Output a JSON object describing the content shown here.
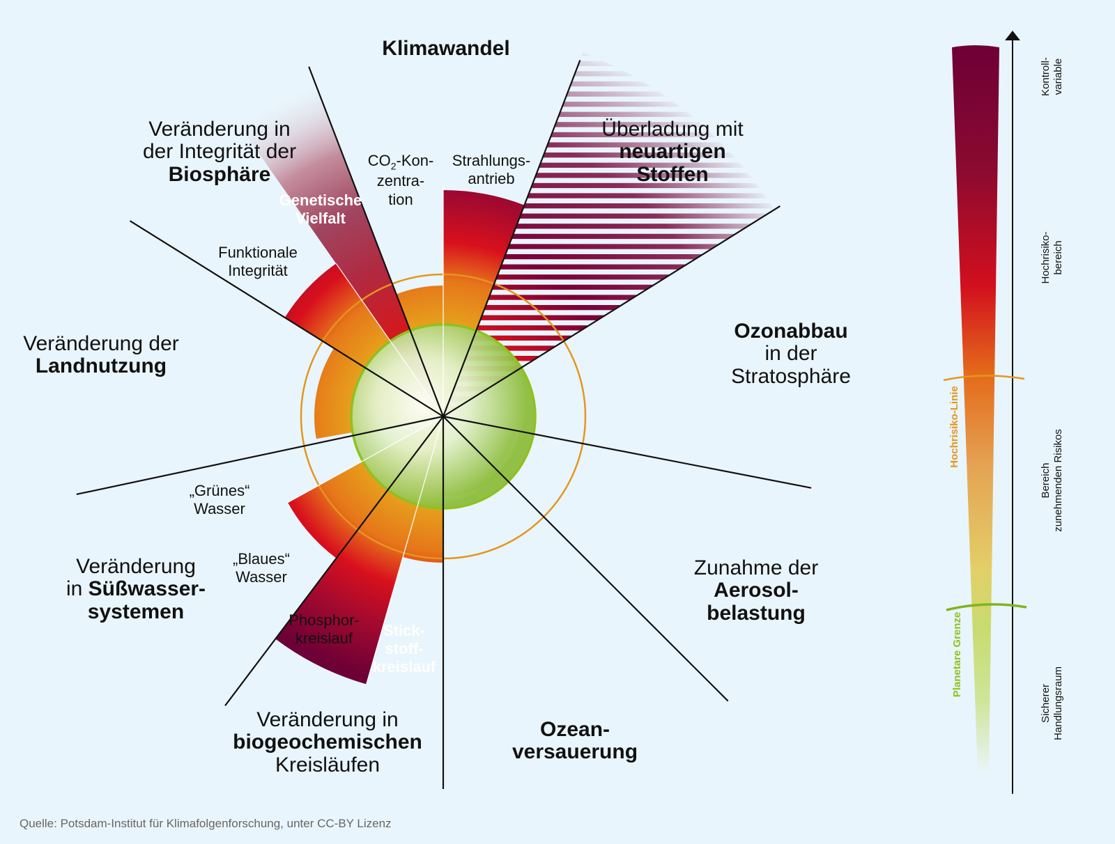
{
  "boundaries": {
    "klimawandel": {
      "title": "Klimawandel"
    },
    "neuartige_stoffe": {
      "line1": "Überladung mit",
      "line2": "neuartigen",
      "line3": "Stoffen"
    },
    "ozonabbau": {
      "line1": "Ozonabbau",
      "line2": "in der",
      "line3": "Stratosphäre"
    },
    "aerosol": {
      "line1": "Zunahme der",
      "line2": "Aerosol-",
      "line3": "belastung"
    },
    "ozeanversauerung": {
      "line1": "Ozean-",
      "line2": "versauerung"
    },
    "biogeochemisch": {
      "line1": "Veränderung in",
      "line2": "biogeochemischen",
      "line3": "Kreisläufen"
    },
    "suesswasser": {
      "line1": "Veränderung",
      "line2a": "in ",
      "line2b": "Süßwasser-",
      "line3": "systemen"
    },
    "landnutzung": {
      "line1": "Veränderung der",
      "line2": "Landnutzung"
    },
    "biosphaere": {
      "line1": "Veränderung in",
      "line2": "der Integrität der",
      "line3": "Biosphäre"
    }
  },
  "sublabels": {
    "co2_a": "CO",
    "co2_sub": "2",
    "co2_b": "-Kon-",
    "co2_c": "zentra-",
    "co2_d": "tion",
    "strahlung_a": "Strahlungs-",
    "strahlung_b": "antrieb",
    "genetisch_a": "Genetische",
    "genetisch_b": "Vielfalt",
    "funktional_a": "Funktionale",
    "funktional_b": "Integrität",
    "gruen_a": "„Grünes“",
    "gruen_b": "Wasser",
    "blau_a": "„Blaues“",
    "blau_b": "Wasser",
    "phosphor_a": "Phosphor-",
    "phosphor_b": "kreislauf",
    "stick_a": "Stick-",
    "stick_b": "stoff-",
    "stick_c": "kreislauf"
  },
  "legend": {
    "top": "Kontroll-\nvariable",
    "high": "Hochrisiko-\nbereich",
    "mid": "Bereich\nzunehmenden Risikos",
    "safe": "Sicherer\nHandlungsraum",
    "high_line": "Hochrisiko-Linie",
    "boundary_line": "Planetare Grenze"
  },
  "colors": {
    "background": "#e9f5fc",
    "safe_green": "#8dc21f",
    "risk_orange": "#e3961e",
    "high_red": "#d6071c",
    "extreme_purple": "#6d0036"
  },
  "source": "Quelle: Potsdam-Institut für Klimafolgenforschung, unter CC-BY Lizenz"
}
